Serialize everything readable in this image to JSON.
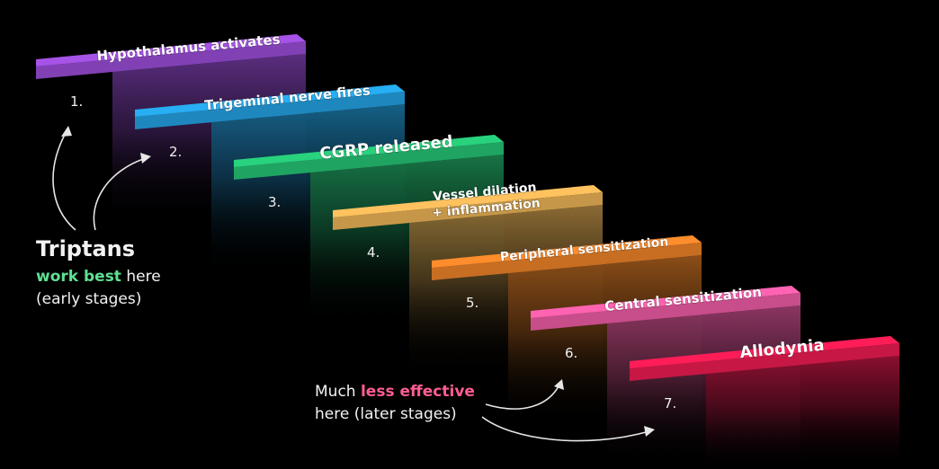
{
  "steps": [
    {
      "number": "1.",
      "label": "Hypothalamus activates",
      "color": "#a653e8"
    },
    {
      "number": "2.",
      "label": "Trigeminal nerve fires",
      "color": "#27aef3"
    },
    {
      "number": "3.",
      "label": "CGRP released",
      "color": "#29d27d"
    },
    {
      "number": "4.",
      "label": [
        "Vessel dilation",
        "+ inflammation"
      ],
      "color": "#ffc25e"
    },
    {
      "number": "5.",
      "label": "Peripheral sensitization",
      "color": "#ff8d2c"
    },
    {
      "number": "6.",
      "label": "Central sensitization",
      "color": "#ff63b2"
    },
    {
      "number": "7.",
      "label": "Allodynia",
      "color": "#ff1d58"
    }
  ],
  "annotations": {
    "early": {
      "heading": "Triptans",
      "highlight": "work best",
      "rest": " here",
      "line2": "(early stages)",
      "highlight_color": "#5fe093"
    },
    "late": {
      "prefix": "Much ",
      "highlight": "less effective",
      "line2": "here (later stages)",
      "highlight_color": "#ff5d92"
    }
  }
}
